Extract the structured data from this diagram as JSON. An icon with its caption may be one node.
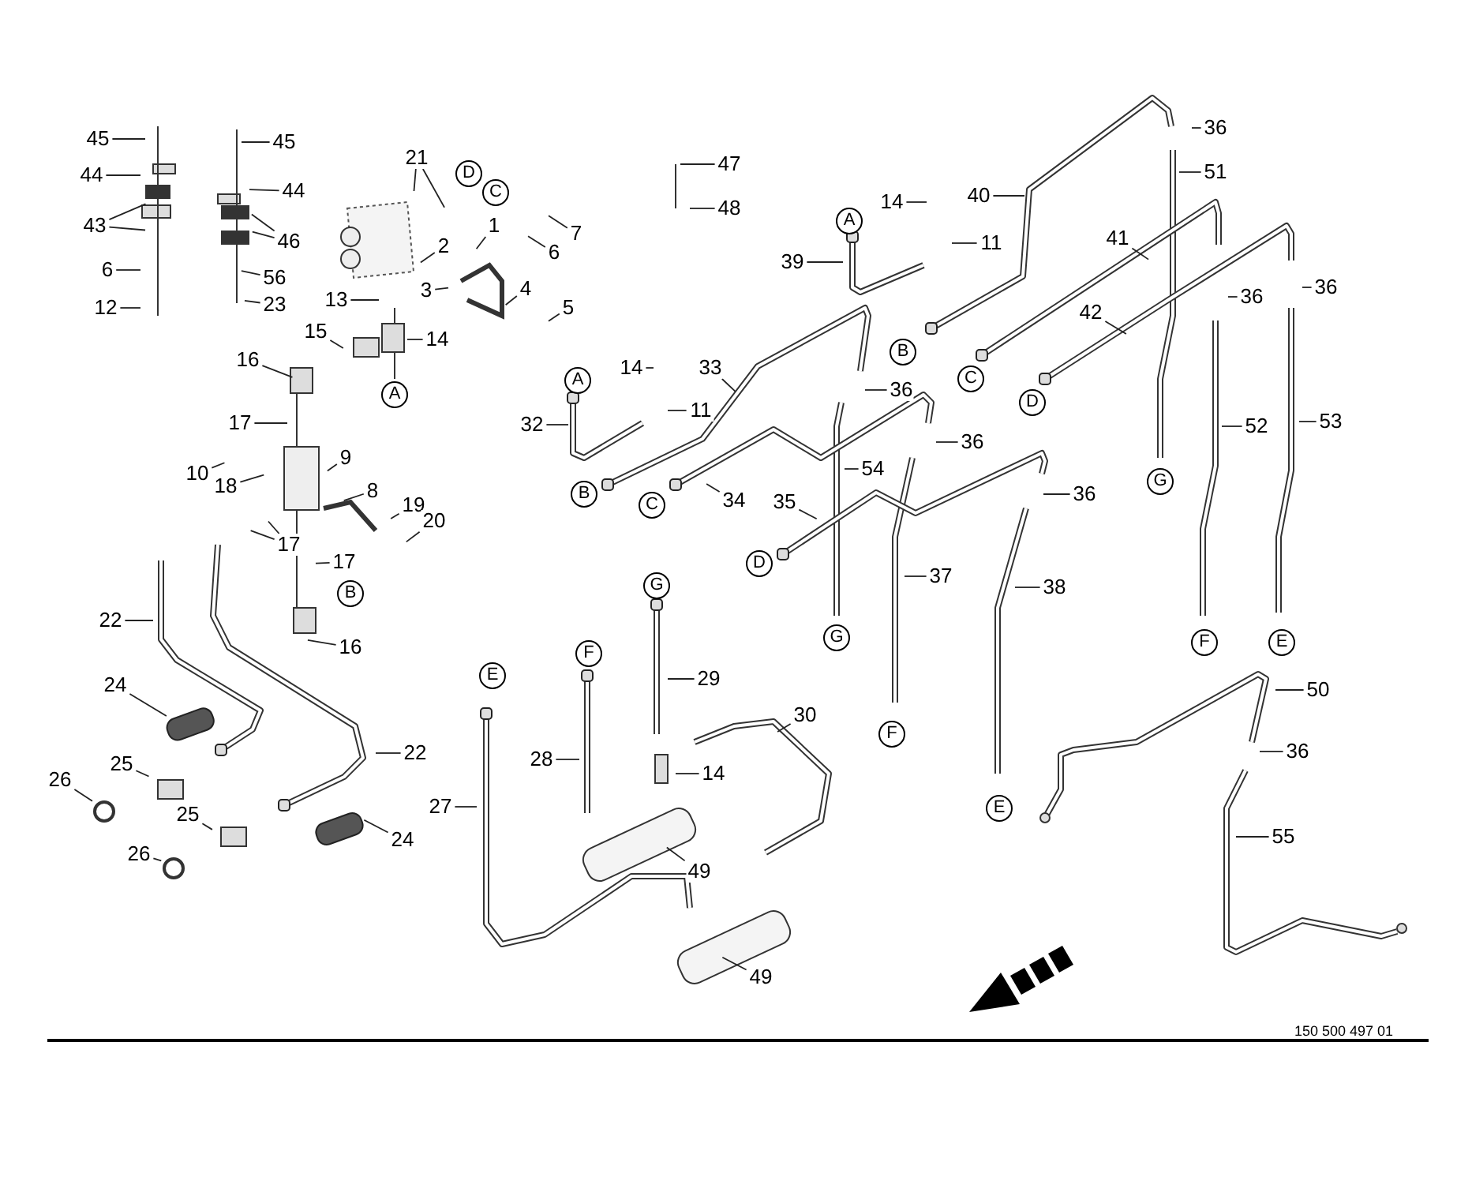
{
  "diagram": {
    "nodes": [
      {
        "text": [
          "45"
        ]
      },
      {
        "text": [
          "44"
        ]
      },
      {
        "text": [
          "43"
        ]
      },
      {
        "text": [
          "6"
        ]
      },
      {
        "text": [
          "12"
        ]
      },
      {
        "text": [
          "45"
        ]
      },
      {
        "text": [
          "44"
        ]
      },
      {
        "text": [
          "46"
        ]
      },
      {
        "text": [
          "56"
        ]
      },
      {
        "text": [
          "23"
        ]
      },
      {
        "text": [
          "21"
        ]
      },
      {
        "text": [
          "D"
        ]
      },
      {
        "text": [
          "C"
        ]
      },
      {
        "text": [
          "1"
        ]
      },
      {
        "text": [
          "2"
        ]
      },
      {
        "text": [
          "7"
        ]
      },
      {
        "text": [
          "6"
        ]
      },
      {
        "text": [
          "4"
        ]
      },
      {
        "text": [
          "3"
        ]
      },
      {
        "text": [
          "5"
        ]
      },
      {
        "text": [
          "13"
        ]
      },
      {
        "text": [
          "15"
        ]
      },
      {
        "text": [
          "14"
        ]
      },
      {
        "text": [
          "16"
        ]
      },
      {
        "text": [
          "A"
        ]
      },
      {
        "text": [
          "17"
        ]
      },
      {
        "text": [
          "10"
        ]
      },
      {
        "text": [
          "9"
        ]
      },
      {
        "text": [
          "18"
        ]
      },
      {
        "text": [
          "8"
        ]
      },
      {
        "text": [
          "19"
        ]
      },
      {
        "text": [
          "20"
        ]
      },
      {
        "text": [
          "17"
        ]
      },
      {
        "text": [
          "17"
        ]
      },
      {
        "text": [
          "B"
        ]
      },
      {
        "text": [
          "16"
        ]
      },
      {
        "text": [
          "22"
        ]
      },
      {
        "text": [
          "24"
        ]
      },
      {
        "text": [
          "22"
        ]
      },
      {
        "text": [
          "25"
        ]
      },
      {
        "text": [
          "26"
        ]
      },
      {
        "text": [
          "25"
        ]
      },
      {
        "text": [
          "26"
        ]
      },
      {
        "text": [
          "24"
        ]
      },
      {
        "text": [
          "47"
        ]
      },
      {
        "text": [
          "48"
        ]
      },
      {
        "text": [
          "A"
        ]
      },
      {
        "text": [
          "14"
        ]
      },
      {
        "text": [
          "40"
        ]
      },
      {
        "text": [
          "11"
        ]
      },
      {
        "text": [
          "39"
        ]
      },
      {
        "text": [
          "36"
        ]
      },
      {
        "text": [
          "51"
        ]
      },
      {
        "text": [
          "41"
        ]
      },
      {
        "text": [
          "36"
        ]
      },
      {
        "text": [
          "36"
        ]
      },
      {
        "text": [
          "42"
        ]
      },
      {
        "text": [
          "B"
        ]
      },
      {
        "text": [
          "14"
        ]
      },
      {
        "text": [
          "33"
        ]
      },
      {
        "text": [
          "A"
        ]
      },
      {
        "text": [
          "C"
        ]
      },
      {
        "text": [
          "36"
        ]
      },
      {
        "text": [
          "D"
        ]
      },
      {
        "text": [
          "11"
        ]
      },
      {
        "text": [
          "32"
        ]
      },
      {
        "text": [
          "52"
        ]
      },
      {
        "text": [
          "53"
        ]
      },
      {
        "text": [
          "36"
        ]
      },
      {
        "text": [
          "54"
        ]
      },
      {
        "text": [
          "G"
        ]
      },
      {
        "text": [
          "36"
        ]
      },
      {
        "text": [
          "B"
        ]
      },
      {
        "text": [
          "34"
        ]
      },
      {
        "text": [
          "35"
        ]
      },
      {
        "text": [
          "C"
        ]
      },
      {
        "text": [
          "D"
        ]
      },
      {
        "text": [
          "37"
        ]
      },
      {
        "text": [
          "G"
        ]
      },
      {
        "text": [
          "38"
        ]
      },
      {
        "text": [
          "G"
        ]
      },
      {
        "text": [
          "F"
        ]
      },
      {
        "text": [
          "E"
        ]
      },
      {
        "text": [
          "F"
        ]
      },
      {
        "text": [
          "E"
        ]
      },
      {
        "text": [
          "29"
        ]
      },
      {
        "text": [
          "50"
        ]
      },
      {
        "text": [
          "30"
        ]
      },
      {
        "text": [
          "F"
        ]
      },
      {
        "text": [
          "36"
        ]
      },
      {
        "text": [
          "28"
        ]
      },
      {
        "text": [
          "14"
        ]
      },
      {
        "text": [
          "27"
        ]
      },
      {
        "text": [
          "E"
        ]
      },
      {
        "text": [
          "55"
        ]
      },
      {
        "text": [
          "49"
        ]
      },
      {
        "text": [
          "49"
        ]
      }
    ],
    "edges": [
      {
        "from": 0,
        "to": null,
        "arrow": "none"
      },
      {
        "from": 1,
        "to": null,
        "arrow": "none"
      },
      {
        "from": 2,
        "to": null,
        "arrow": "none"
      },
      {
        "from": 2,
        "to": null,
        "arrow": "none"
      },
      {
        "from": 3,
        "to": null,
        "arrow": "none"
      },
      {
        "from": 4,
        "to": null,
        "arrow": "none"
      },
      {
        "from": 5,
        "to": null,
        "arrow": "none"
      },
      {
        "from": 6,
        "to": null,
        "arrow": "none"
      },
      {
        "from": 7,
        "to": null,
        "arrow": "none"
      },
      {
        "from": 7,
        "to": null,
        "arrow": "none"
      },
      {
        "from": 8,
        "to": null,
        "arrow": "none"
      },
      {
        "from": 9,
        "to": null,
        "arrow": "none"
      },
      {
        "from": 10,
        "to": null,
        "arrow": "none"
      },
      {
        "from": 10,
        "to": null,
        "arrow": "none"
      },
      {
        "from": 13,
        "to": null,
        "arrow": "none"
      },
      {
        "from": 14,
        "to": null,
        "arrow": "none"
      },
      {
        "from": 15,
        "to": null,
        "arrow": "none"
      },
      {
        "from": 16,
        "to": null,
        "arrow": "none"
      },
      {
        "from": 17,
        "to": null,
        "arrow": "none"
      },
      {
        "from": 18,
        "to": null,
        "arrow": "none"
      },
      {
        "from": 19,
        "to": null,
        "arrow": "none"
      },
      {
        "from": 20,
        "to": null,
        "arrow": "none"
      },
      {
        "from": 21,
        "to": null,
        "arrow": "none"
      },
      {
        "from": 22,
        "to": null,
        "arrow": "none"
      },
      {
        "from": 23,
        "to": null,
        "arrow": "none"
      },
      {
        "from": 25,
        "to": null,
        "arrow": "none"
      },
      {
        "from": 26,
        "to": null,
        "arrow": "none"
      },
      {
        "from": 27,
        "to": null,
        "arrow": "none"
      },
      {
        "from": 28,
        "to": null,
        "arrow": "none"
      },
      {
        "from": 29,
        "to": null,
        "arrow": "none"
      },
      {
        "from": 30,
        "to": null,
        "arrow": "none"
      },
      {
        "from": 31,
        "to": null,
        "arrow": "none"
      },
      {
        "from": 32,
        "to": null,
        "arrow": "none"
      },
      {
        "from": 32,
        "to": null,
        "arrow": "none"
      },
      {
        "from": 33,
        "to": null,
        "arrow": "none"
      },
      {
        "from": 35,
        "to": null,
        "arrow": "none"
      },
      {
        "from": 36,
        "to": null,
        "arrow": "none"
      },
      {
        "from": 37,
        "to": null,
        "arrow": "none"
      },
      {
        "from": 38,
        "to": null,
        "arrow": "none"
      },
      {
        "from": 39,
        "to": null,
        "arrow": "none"
      },
      {
        "from": 40,
        "to": null,
        "arrow": "none"
      },
      {
        "from": 41,
        "to": null,
        "arrow": "none"
      },
      {
        "from": 42,
        "to": null,
        "arrow": "none"
      },
      {
        "from": 43,
        "to": null,
        "arrow": "none"
      },
      {
        "from": 44,
        "to": null,
        "arrow": "none"
      },
      {
        "from": 45,
        "to": null,
        "arrow": "none"
      },
      {
        "from": 47,
        "to": null,
        "arrow": "none"
      },
      {
        "from": 48,
        "to": null,
        "arrow": "none"
      },
      {
        "from": 49,
        "to": null,
        "arrow": "none"
      },
      {
        "from": 50,
        "to": null,
        "arrow": "none"
      },
      {
        "from": 51,
        "to": null,
        "arrow": "none"
      },
      {
        "from": 52,
        "to": null,
        "arrow": "none"
      },
      {
        "from": 53,
        "to": null,
        "arrow": "none"
      },
      {
        "from": 54,
        "to": null,
        "arrow": "none"
      },
      {
        "from": 55,
        "to": null,
        "arrow": "none"
      },
      {
        "from": 56,
        "to": null,
        "arrow": "none"
      },
      {
        "from": 58,
        "to": null,
        "arrow": "none"
      },
      {
        "from": 59,
        "to": null,
        "arrow": "none"
      },
      {
        "from": 62,
        "to": null,
        "arrow": "none"
      },
      {
        "from": 64,
        "to": null,
        "arrow": "none"
      },
      {
        "from": 65,
        "to": null,
        "arrow": "none"
      },
      {
        "from": 66,
        "to": null,
        "arrow": "none"
      },
      {
        "from": 67,
        "to": null,
        "arrow": "none"
      },
      {
        "from": 68,
        "to": null,
        "arrow": "none"
      },
      {
        "from": 69,
        "to": null,
        "arrow": "none"
      },
      {
        "from": 71,
        "to": null,
        "arrow": "none"
      },
      {
        "from": 73,
        "to": null,
        "arrow": "none"
      },
      {
        "from": 74,
        "to": null,
        "arrow": "none"
      },
      {
        "from": 77,
        "to": null,
        "arrow": "none"
      },
      {
        "from": 79,
        "to": null,
        "arrow": "none"
      },
      {
        "from": 85,
        "to": null,
        "arrow": "none"
      },
      {
        "from": 86,
        "to": null,
        "arrow": "none"
      },
      {
        "from": 87,
        "to": null,
        "arrow": "none"
      },
      {
        "from": 89,
        "to": null,
        "arrow": "none"
      },
      {
        "from": 90,
        "to": null,
        "arrow": "none"
      },
      {
        "from": 91,
        "to": null,
        "arrow": "none"
      },
      {
        "from": 92,
        "to": null,
        "arrow": "none"
      },
      {
        "from": 94,
        "to": null,
        "arrow": "none"
      },
      {
        "from": 95,
        "to": null,
        "arrow": "none"
      },
      {
        "from": 96,
        "to": null,
        "arrow": "none"
      }
    ],
    "labels": [
      "150 500 497 01"
    ]
  }
}
